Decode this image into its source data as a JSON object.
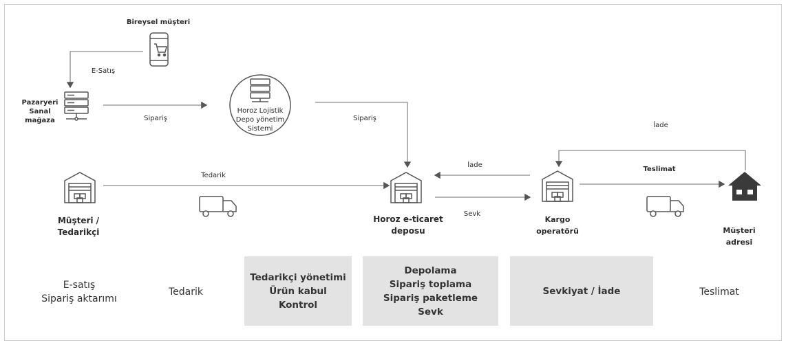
{
  "nodes": {
    "bireysel": "Bireysel müşteri",
    "pazaryeri": [
      "Pazaryeri",
      "Sanal mağaza"
    ],
    "horoz_lojistik": [
      "Horoz Lojistik",
      "Depo yönetim",
      "Sistemi"
    ],
    "musteri_tedarikci": [
      "Müşteri /",
      "Tedarikçi"
    ],
    "horoz_depo": [
      "Horoz e-ticaret",
      "deposu"
    ],
    "kargo": [
      "Kargo",
      "operatörü"
    ],
    "musteri_adresi": [
      "Müşteri",
      "adresi"
    ]
  },
  "arrows": {
    "e_satis": "E-Satış",
    "siparis_1": "Sipariş",
    "siparis_2": "Sipariş",
    "tedarik": "Tedarik",
    "iade_1": "İade",
    "sevk": "Sevk",
    "iade_2": "İade",
    "teslimat": "Teslimat"
  },
  "bottom": {
    "band1": [
      "E-satış",
      "Sipariş aktarımı"
    ],
    "band2": "Tedarik",
    "box1": [
      "Tedarikçi yönetimi",
      "Ürün kabul",
      "Kontrol"
    ],
    "box2": [
      "Depolama",
      "Sipariş toplama",
      "Sipariş paketleme",
      "Sevk"
    ],
    "box3": "Sevkiyat / İade",
    "band3": "Teslimat"
  }
}
